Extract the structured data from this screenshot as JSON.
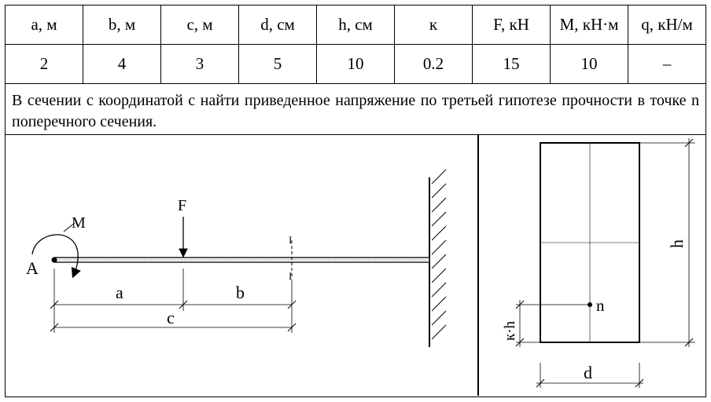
{
  "table": {
    "headers": [
      "a, м",
      "b, м",
      "c, м",
      "d, см",
      "h, см",
      "к",
      "F, кН",
      "M, кН·м",
      "q, кН/м"
    ],
    "values": [
      "2",
      "4",
      "3",
      "5",
      "10",
      "0.2",
      "15",
      "10",
      "–"
    ]
  },
  "task": "В сечении с координатой с найти приведенное напряжение по третьей гипотезе прочности в точке n поперечного сечения.",
  "beam": {
    "point_label": "A",
    "moment_label": "M",
    "force_label": "F",
    "section_mark_top": "I",
    "section_mark_bottom": "I",
    "dim_a": "a",
    "dim_b": "b",
    "dim_c": "c"
  },
  "section": {
    "point_label": "n",
    "height_label": "h",
    "width_label": "d",
    "offset_label": "к·h"
  }
}
